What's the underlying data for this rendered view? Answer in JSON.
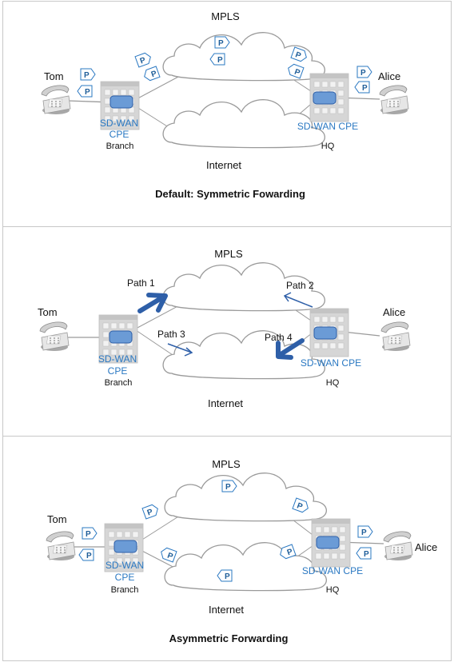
{
  "panels": [
    {
      "mpls": "MPLS",
      "internet": "Internet",
      "left_user": "Tom",
      "right_user": "Alice",
      "branch_cpe_line1": "SD-WAN",
      "branch_cpe_line2": "CPE",
      "branch_site": "Branch",
      "hq_cpe": "SD-WAN CPE",
      "hq_site": "HQ",
      "caption": "Default: Symmetric Fowarding",
      "packet_symbol": "P"
    },
    {
      "mpls": "MPLS",
      "internet": "Internet",
      "left_user": "Tom",
      "right_user": "Alice",
      "branch_cpe_line1": "SD-WAN",
      "branch_cpe_line2": "CPE",
      "branch_site": "Branch",
      "hq_cpe": "SD-WAN CPE",
      "hq_site": "HQ",
      "path1": "Path 1",
      "path2": "Path 2",
      "path3": "Path 3",
      "path4": "Path 4"
    },
    {
      "mpls": "MPLS",
      "internet": "Internet",
      "left_user": "Tom",
      "right_user": "Alice",
      "branch_cpe_line1": "SD-WAN",
      "branch_cpe_line2": "CPE",
      "branch_site": "Branch",
      "hq_cpe": "SD-WAN CPE",
      "hq_site": "HQ",
      "caption": "Asymmetric Forwarding",
      "packet_symbol": "P"
    }
  ],
  "colors": {
    "panel_border": "#c8c8c8",
    "label_blue": "#2a78c2",
    "arrow_blue": "#2e5fa8",
    "cpe_fill": "#6b9bd6",
    "cloud_stroke": "#9a9a9a",
    "building": "#d4d4d4"
  }
}
